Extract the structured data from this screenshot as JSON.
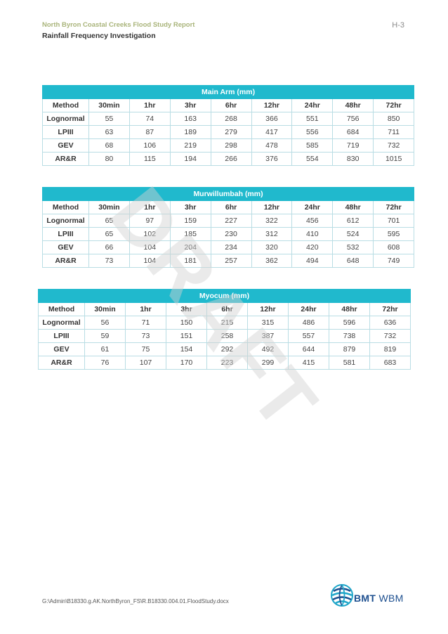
{
  "header": {
    "report_title": "North Byron Coastal Creeks Flood Study Report",
    "section_title": "Rainfall Frequency Investigation",
    "page_number": "H-3"
  },
  "tables": [
    {
      "caption": "Main Arm (mm)",
      "columns": [
        "Method",
        "30min",
        "1hr",
        "3hr",
        "6hr",
        "12hr",
        "24hr",
        "48hr",
        "72hr"
      ],
      "rows": [
        [
          "Lognormal",
          "55",
          "74",
          "163",
          "268",
          "366",
          "551",
          "756",
          "850"
        ],
        [
          "LPIII",
          "63",
          "87",
          "189",
          "279",
          "417",
          "556",
          "684",
          "711"
        ],
        [
          "GEV",
          "68",
          "106",
          "219",
          "298",
          "478",
          "585",
          "719",
          "732"
        ],
        [
          "AR&R",
          "80",
          "115",
          "194",
          "266",
          "376",
          "554",
          "830",
          "1015"
        ]
      ]
    },
    {
      "caption": "Murwillumbah (mm)",
      "columns": [
        "Method",
        "30min",
        "1hr",
        "3hr",
        "6hr",
        "12hr",
        "24hr",
        "48hr",
        "72hr"
      ],
      "rows": [
        [
          "Lognormal",
          "65",
          "97",
          "159",
          "227",
          "322",
          "456",
          "612",
          "701"
        ],
        [
          "LPIII",
          "65",
          "102",
          "185",
          "230",
          "312",
          "410",
          "524",
          "595"
        ],
        [
          "GEV",
          "66",
          "104",
          "204",
          "234",
          "320",
          "420",
          "532",
          "608"
        ],
        [
          "AR&R",
          "73",
          "104",
          "181",
          "257",
          "362",
          "494",
          "648",
          "749"
        ]
      ]
    },
    {
      "caption": "Myocum (mm)",
      "columns": [
        "Method",
        "30min",
        "1hr",
        "3hr",
        "6hr",
        "12hr",
        "24hr",
        "48hr",
        "72hr"
      ],
      "rows": [
        [
          "Lognormal",
          "56",
          "71",
          "150",
          "215",
          "315",
          "486",
          "596",
          "636"
        ],
        [
          "LPIII",
          "59",
          "73",
          "151",
          "258",
          "387",
          "557",
          "738",
          "732"
        ],
        [
          "GEV",
          "61",
          "75",
          "154",
          "292",
          "492",
          "644",
          "879",
          "819"
        ],
        [
          "AR&R",
          "76",
          "107",
          "170",
          "223",
          "299",
          "415",
          "581",
          "683"
        ]
      ]
    }
  ],
  "watermark": "DRAFT",
  "footer": {
    "file_path": "G:\\Admin\\B18330.g.AK.NorthByron_FS\\R.B18330.004.01.FloodStudy.docx",
    "logo_bmt": "BMT",
    "logo_wbm": "WBM"
  },
  "colors": {
    "table_header": "#20b9cd",
    "grid": "#b9dde4",
    "header_title": "#a9b47a",
    "logo_blue": "#1d4f8f",
    "logo_cyan": "#1fa6c9"
  }
}
